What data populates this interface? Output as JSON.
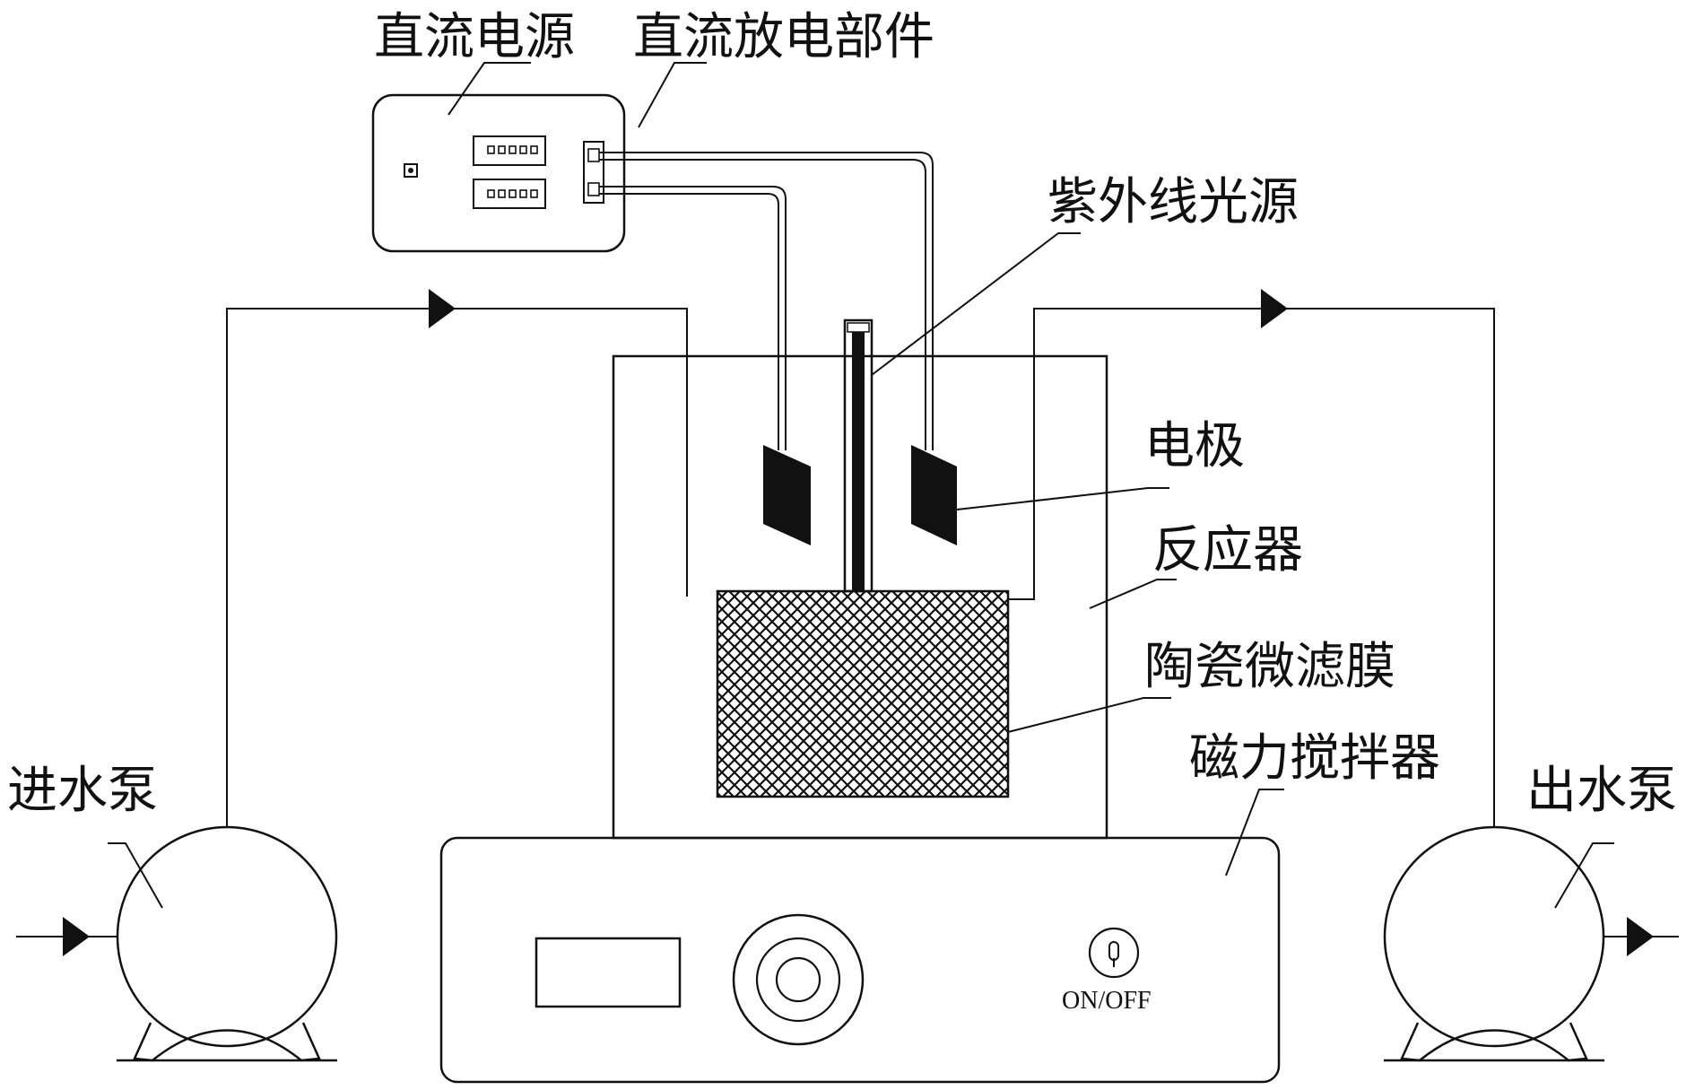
{
  "labels": {
    "dc_power": "直流电源",
    "dc_discharge": "直流放电部件",
    "uv_source": "紫外线光源",
    "electrode": "电极",
    "reactor": "反应器",
    "ceramic_membrane": "陶瓷微滤膜",
    "magnetic_stirrer": "磁力搅拌器",
    "inlet_pump": "进水泵",
    "outlet_pump": "出水泵",
    "on_off": "ON/OFF"
  },
  "colors": {
    "line": "#111111",
    "background": "#ffffff",
    "fill_dark": "#111111"
  }
}
